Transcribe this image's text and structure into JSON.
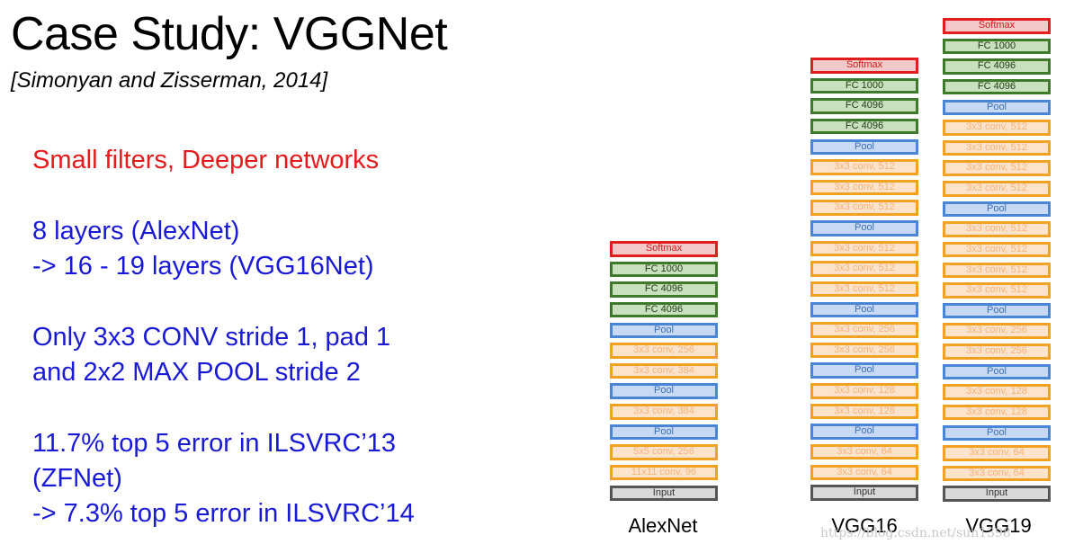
{
  "title": "Case Study: VGGNet",
  "citation": "[Simonyan and Zisserman, 2014]",
  "colors": {
    "red_text": "#e41a1c",
    "blue_text": "#1a1ad6",
    "softmax_border": "#e11d1d",
    "fc_border": "#3f7a2c",
    "pool_border": "#4a86d6",
    "conv_border": "#f2a222",
    "input_border": "#555555"
  },
  "bullets": [
    {
      "text": "Small filters, Deeper networks",
      "color": "#e41a1c",
      "gap": false
    },
    {
      "text": "8 layers (AlexNet)",
      "color": "#1a1ad6",
      "gap": true
    },
    {
      "text": "-> 16 - 19 layers (VGG16Net)",
      "color": "#1a1ad6",
      "gap": false
    },
    {
      "text": "Only 3x3 CONV stride 1, pad 1",
      "color": "#1a1ad6",
      "gap": true
    },
    {
      "text": "and  2x2 MAX POOL stride 2",
      "color": "#1a1ad6",
      "gap": false
    },
    {
      "text": "11.7% top 5 error in ILSVRC’13",
      "color": "#1a1ad6",
      "gap": true
    },
    {
      "text": "(ZFNet)",
      "color": "#1a1ad6",
      "gap": false
    },
    {
      "text": "-> 7.3% top 5 error in ILSVRC’14",
      "color": "#1a1ad6",
      "gap": false
    }
  ],
  "networks": [
    {
      "name": "AlexNet",
      "layers": [
        {
          "label": "Softmax",
          "type": "softmax"
        },
        {
          "label": "FC 1000",
          "type": "fc"
        },
        {
          "label": "FC 4096",
          "type": "fc"
        },
        {
          "label": "FC 4096",
          "type": "fc"
        },
        {
          "label": "Pool",
          "type": "pool"
        },
        {
          "label": "3x3 conv, 256",
          "type": "conv"
        },
        {
          "label": "3x3 conv, 384",
          "type": "conv"
        },
        {
          "label": "Pool",
          "type": "pool"
        },
        {
          "label": "3x3 conv, 384",
          "type": "conv"
        },
        {
          "label": "Pool",
          "type": "pool"
        },
        {
          "label": "5x5 conv, 256",
          "type": "conv"
        },
        {
          "label": "11x11 conv, 96",
          "type": "conv"
        },
        {
          "label": "Input",
          "type": "input"
        }
      ]
    },
    {
      "name": "VGG16",
      "layers": [
        {
          "label": "Softmax",
          "type": "softmax"
        },
        {
          "label": "FC 1000",
          "type": "fc"
        },
        {
          "label": "FC 4096",
          "type": "fc"
        },
        {
          "label": "FC 4096",
          "type": "fc"
        },
        {
          "label": "Pool",
          "type": "pool"
        },
        {
          "label": "3x3 conv, 512",
          "type": "conv"
        },
        {
          "label": "3x3 conv, 512",
          "type": "conv"
        },
        {
          "label": "3x3 conv, 512",
          "type": "conv"
        },
        {
          "label": "Pool",
          "type": "pool"
        },
        {
          "label": "3x3 conv, 512",
          "type": "conv"
        },
        {
          "label": "3x3 conv, 512",
          "type": "conv"
        },
        {
          "label": "3x3 conv, 512",
          "type": "conv"
        },
        {
          "label": "Pool",
          "type": "pool"
        },
        {
          "label": "3x3 conv, 256",
          "type": "conv"
        },
        {
          "label": "3x3 conv, 256",
          "type": "conv"
        },
        {
          "label": "Pool",
          "type": "pool"
        },
        {
          "label": "3x3 conv, 128",
          "type": "conv"
        },
        {
          "label": "3x3 conv, 128",
          "type": "conv"
        },
        {
          "label": "Pool",
          "type": "pool"
        },
        {
          "label": "3x3 conv, 64",
          "type": "conv"
        },
        {
          "label": "3x3 conv, 64",
          "type": "conv"
        },
        {
          "label": "Input",
          "type": "input"
        }
      ]
    },
    {
      "name": "VGG19",
      "layers": [
        {
          "label": "Softmax",
          "type": "softmax"
        },
        {
          "label": "FC 1000",
          "type": "fc"
        },
        {
          "label": "FC 4096",
          "type": "fc"
        },
        {
          "label": "FC 4096",
          "type": "fc"
        },
        {
          "label": "Pool",
          "type": "pool"
        },
        {
          "label": "3x3 conv, 512",
          "type": "conv"
        },
        {
          "label": "3x3 conv, 512",
          "type": "conv"
        },
        {
          "label": "3x3 conv, 512",
          "type": "conv"
        },
        {
          "label": "3x3 conv, 512",
          "type": "conv"
        },
        {
          "label": "Pool",
          "type": "pool"
        },
        {
          "label": "3x3 conv, 512",
          "type": "conv"
        },
        {
          "label": "3x3 conv, 512",
          "type": "conv"
        },
        {
          "label": "3x3 conv, 512",
          "type": "conv"
        },
        {
          "label": "3x3 conv, 512",
          "type": "conv"
        },
        {
          "label": "Pool",
          "type": "pool"
        },
        {
          "label": "3x3 conv, 256",
          "type": "conv"
        },
        {
          "label": "3x3 conv, 256",
          "type": "conv"
        },
        {
          "label": "Pool",
          "type": "pool"
        },
        {
          "label": "3x3 conv, 128",
          "type": "conv"
        },
        {
          "label": "3x3 conv, 128",
          "type": "conv"
        },
        {
          "label": "Pool",
          "type": "pool"
        },
        {
          "label": "3x3 conv, 64",
          "type": "conv"
        },
        {
          "label": "3x3 conv, 64",
          "type": "conv"
        },
        {
          "label": "Input",
          "type": "input"
        }
      ]
    }
  ],
  "watermark": "https://blog.csdn.net/sun1398"
}
